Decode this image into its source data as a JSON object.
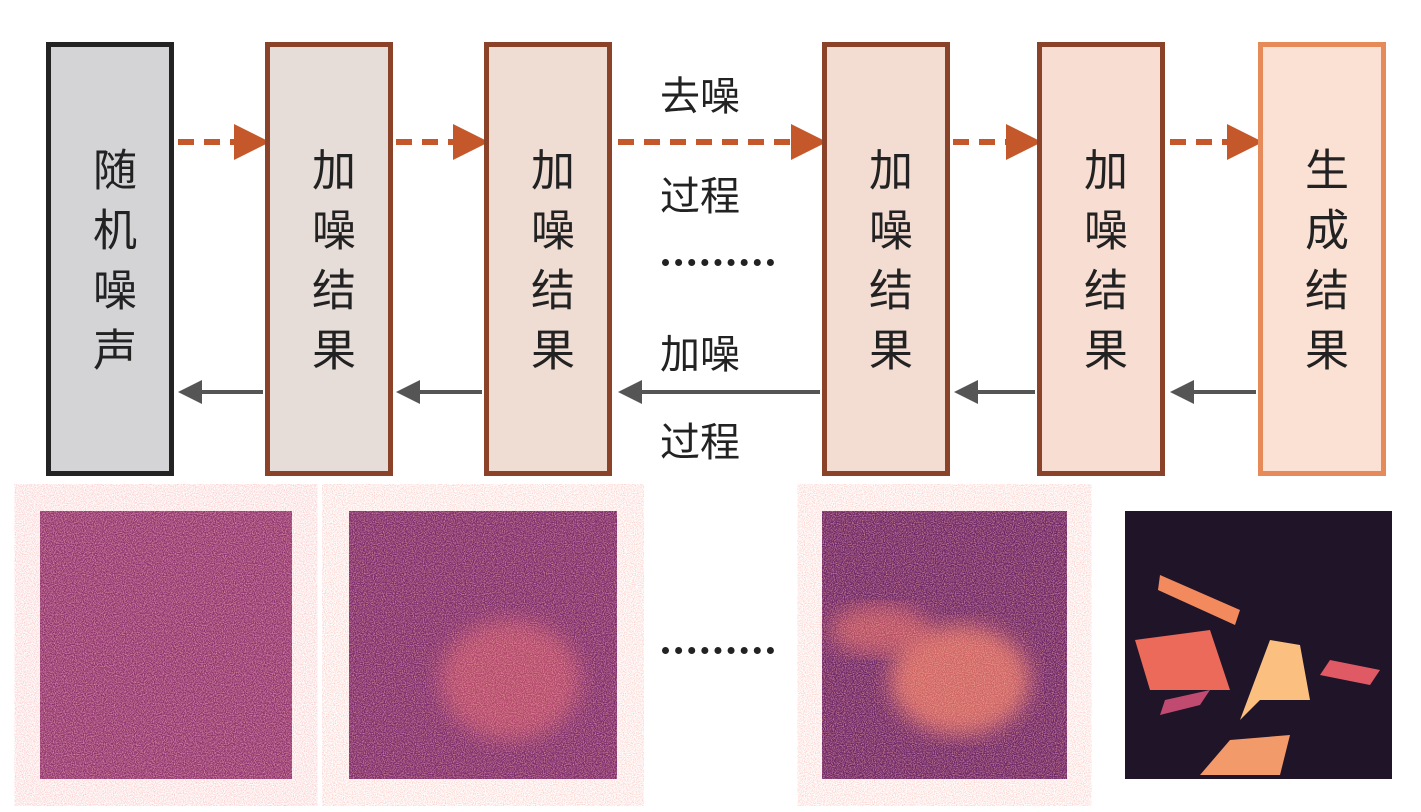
{
  "boxes": [
    {
      "label": "随机噪声",
      "fill": "#d4d3d6",
      "border": "#232323"
    },
    {
      "label": "加噪结果",
      "fill": "#e6dcd8",
      "border": "#8a4328"
    },
    {
      "label": "加噪结果",
      "fill": "#efdcd3",
      "border": "#8a4328"
    },
    {
      "label": "加噪结果",
      "fill": "#f3dcd2",
      "border": "#8a4328"
    },
    {
      "label": "加噪结果",
      "fill": "#f7ddd2",
      "border": "#8a4328"
    },
    {
      "label": "生成结果",
      "fill": "#fbe0d4",
      "border": "#e58a58"
    }
  ],
  "middle": {
    "denoise_line1": "去噪",
    "denoise_line2": "过程",
    "noise_line1": "加噪",
    "noise_line2": "过程"
  },
  "colors": {
    "denoise_arrow": "#c4582a",
    "noise_arrow": "#555555"
  }
}
